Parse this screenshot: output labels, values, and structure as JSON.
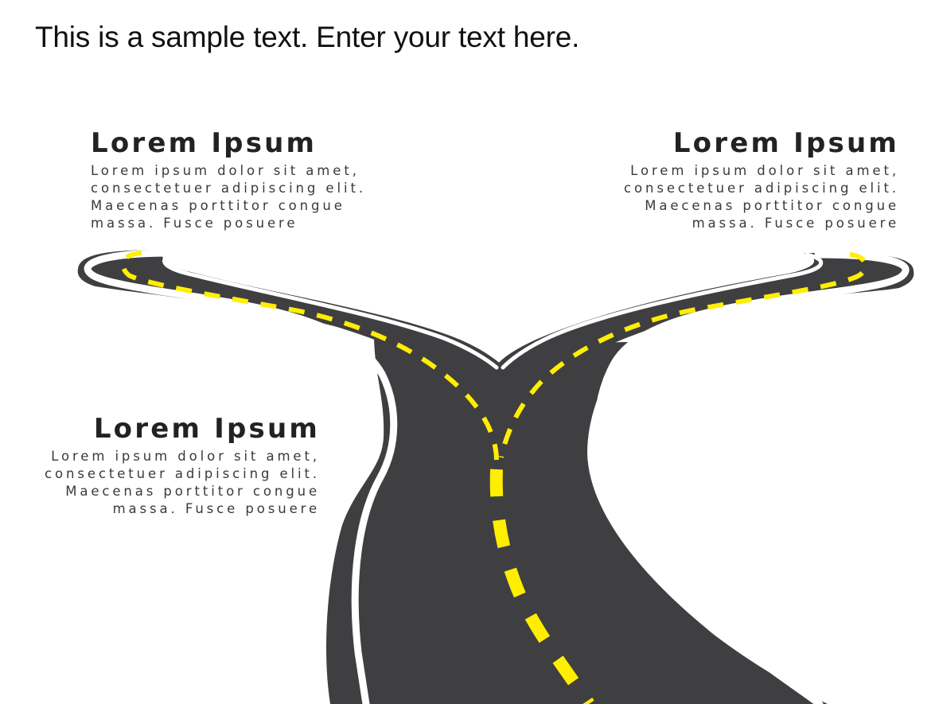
{
  "slide": {
    "title": "This is a sample text. Enter your text here."
  },
  "blocks": [
    {
      "position": "top-left",
      "heading": "Lorem Ipsum",
      "lines": [
        "Lorem ipsum dolor sit amet,",
        "consectetuer adipiscing elit.",
        "Maecenas porttitor congue",
        "massa. Fusce posuere"
      ]
    },
    {
      "position": "top-right",
      "heading": "Lorem Ipsum",
      "lines": [
        "Lorem ipsum dolor sit amet,",
        "consectetuer adipiscing elit.",
        "Maecenas porttitor congue",
        "massa. Fusce posuere"
      ]
    },
    {
      "position": "middle-left",
      "heading": "Lorem Ipsum",
      "lines": [
        "Lorem ipsum dolor sit amet,",
        "consectetuer adipiscing elit.",
        "Maecenas porttitor congue",
        "massa. Fusce posuere"
      ]
    }
  ],
  "illustration": {
    "type": "forked-road",
    "colors": {
      "asphalt": "#3f3f42",
      "edge_line": "#ffffff",
      "center_line": "#ffee00"
    }
  }
}
